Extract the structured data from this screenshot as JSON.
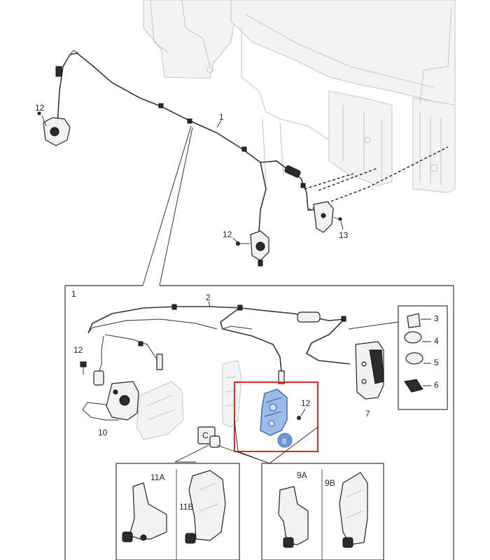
{
  "diagram": {
    "callouts": {
      "top_1": "1",
      "top_12a": "12",
      "top_12b": "12",
      "top_13": "13",
      "panel_1": "1",
      "c2": "2",
      "c3": "3",
      "c4": "4",
      "c5": "5",
      "c6": "6",
      "c7": "7",
      "c8": "8",
      "c10": "10",
      "c12a": "12",
      "c12b": "12",
      "cC": "C",
      "c11A": "11A",
      "c11B": "11B",
      "c9A": "9A",
      "c9B": "9B"
    },
    "colors": {
      "highlight_box": "#d22b2b",
      "highlight_part": "#7fa6df",
      "highlight_badge": "#6f97d8",
      "line": "#222222",
      "ghost": "#c8c8c8"
    }
  }
}
